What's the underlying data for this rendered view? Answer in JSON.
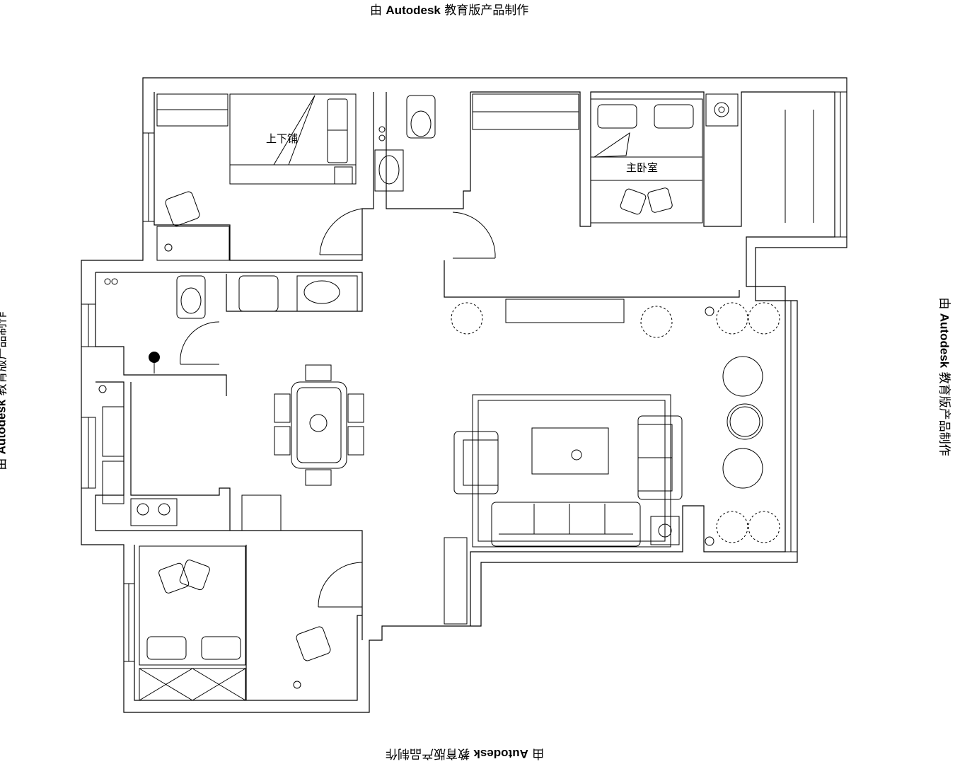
{
  "watermark": {
    "prefix": "由 ",
    "brand": "Autodesk",
    "suffix": " 教育版产品制作"
  },
  "rooms": {
    "bunk_bed_label": "上下铺",
    "master_bedroom_label": "主卧室"
  }
}
